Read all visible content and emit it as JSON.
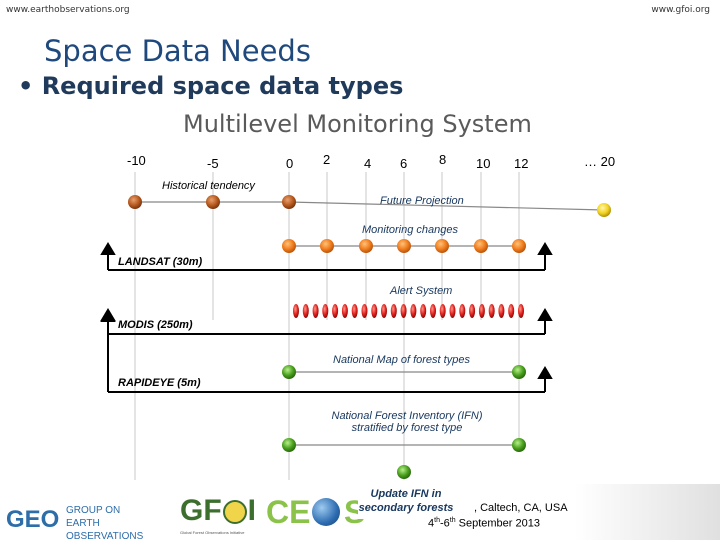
{
  "header": {
    "left_url": "www.earthobservations.org",
    "right_url": "www.gfoi.org"
  },
  "title": "Space Data Needs",
  "bullet": "Required space data types",
  "subtitle": "Multilevel Monitoring System",
  "ticks": [
    "-10",
    "-5",
    "0",
    "2",
    "4",
    "6",
    "8",
    "10",
    "12",
    "… 20"
  ],
  "labels": {
    "historical": "Historical tendency",
    "future": "Future Projection",
    "monitoring": "Monitoring changes",
    "alert": "Alert System",
    "national_map": "National Map of forest types",
    "ifn_line1": "National Forest Inventory (IFN)",
    "ifn_line2": "stratified by forest type",
    "update_line1": "Update IFN in",
    "update_line2": "secondary forests"
  },
  "sensors": {
    "landsat": "LANDSAT (30m)",
    "modis": "MODIS (250m)",
    "rapideye": "RAPIDEYE (5m)"
  },
  "footer": {
    "place": ", Caltech, CA, USA",
    "date_prefix": "4",
    "date_sup1": "th",
    "date_mid": "-6",
    "date_sup2": "th",
    "date_suffix": " September 2013"
  },
  "logos": {
    "geo_line1": "GROUP ON",
    "geo_line2": "EARTH OBSERVATIONS",
    "geo_mark": "GEO",
    "gfoi_mark": "GF",
    "gfoi_mark2": "I",
    "gfoi_sub": "Global Forest Observations Initiative",
    "ceos_mark": "CE",
    "ceos_mark2": "S"
  },
  "colors": {
    "orange": "#f07c1d",
    "brown": "#b85a1e",
    "red": "#e0201e",
    "green": "#4aa01f",
    "yellow": "#f2d21e",
    "title_blue": "#1f497d"
  }
}
